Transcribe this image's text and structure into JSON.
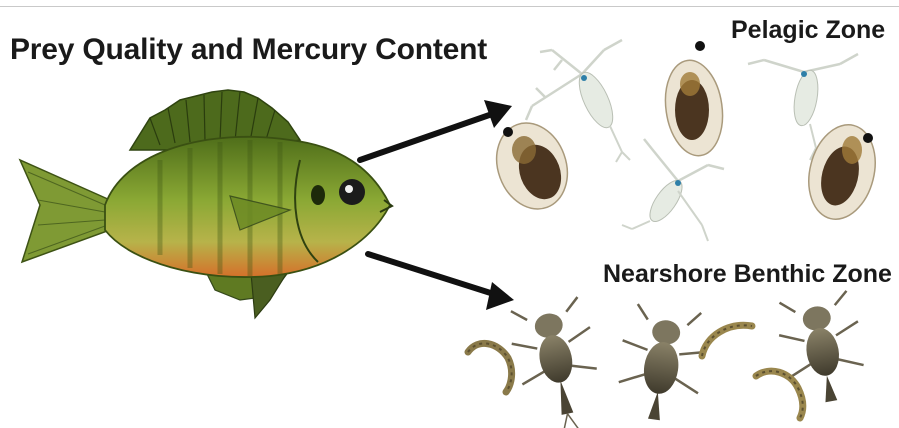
{
  "title": "Prey Quality and Mercury Content",
  "zones": {
    "pelagic": "Pelagic Zone",
    "benthic": "Nearshore Benthic Zone"
  },
  "colors": {
    "fish_body": "#7a9a2c",
    "fish_belly": "#d9732a",
    "arrow": "#111111",
    "copepod": "#e8ece6",
    "daphnia": "#a27a3c",
    "larva": "#6b6450"
  },
  "icons": [
    "bluegill-fish",
    "copepod",
    "daphnia",
    "mayfly-nymph",
    "midge-larva"
  ]
}
